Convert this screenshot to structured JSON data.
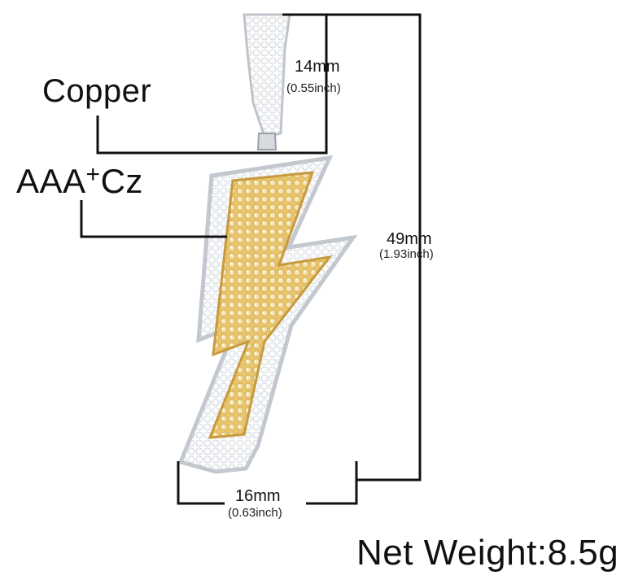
{
  "labels": {
    "material": "Copper",
    "stone_base": "AAA",
    "stone_plus": "+",
    "stone_suffix": "Cz",
    "net_weight": "Net Weight:8.5g"
  },
  "dimensions": {
    "bail_width_mm": "14mm",
    "bail_width_in": "(0.55inch)",
    "height_mm": "49mm",
    "height_in": "(1.93inch)",
    "width_mm": "16mm",
    "width_in": "(0.63inch)"
  },
  "colors": {
    "gold": "#E8C66E",
    "silver": "#E9ECEF",
    "line": "#111111"
  }
}
